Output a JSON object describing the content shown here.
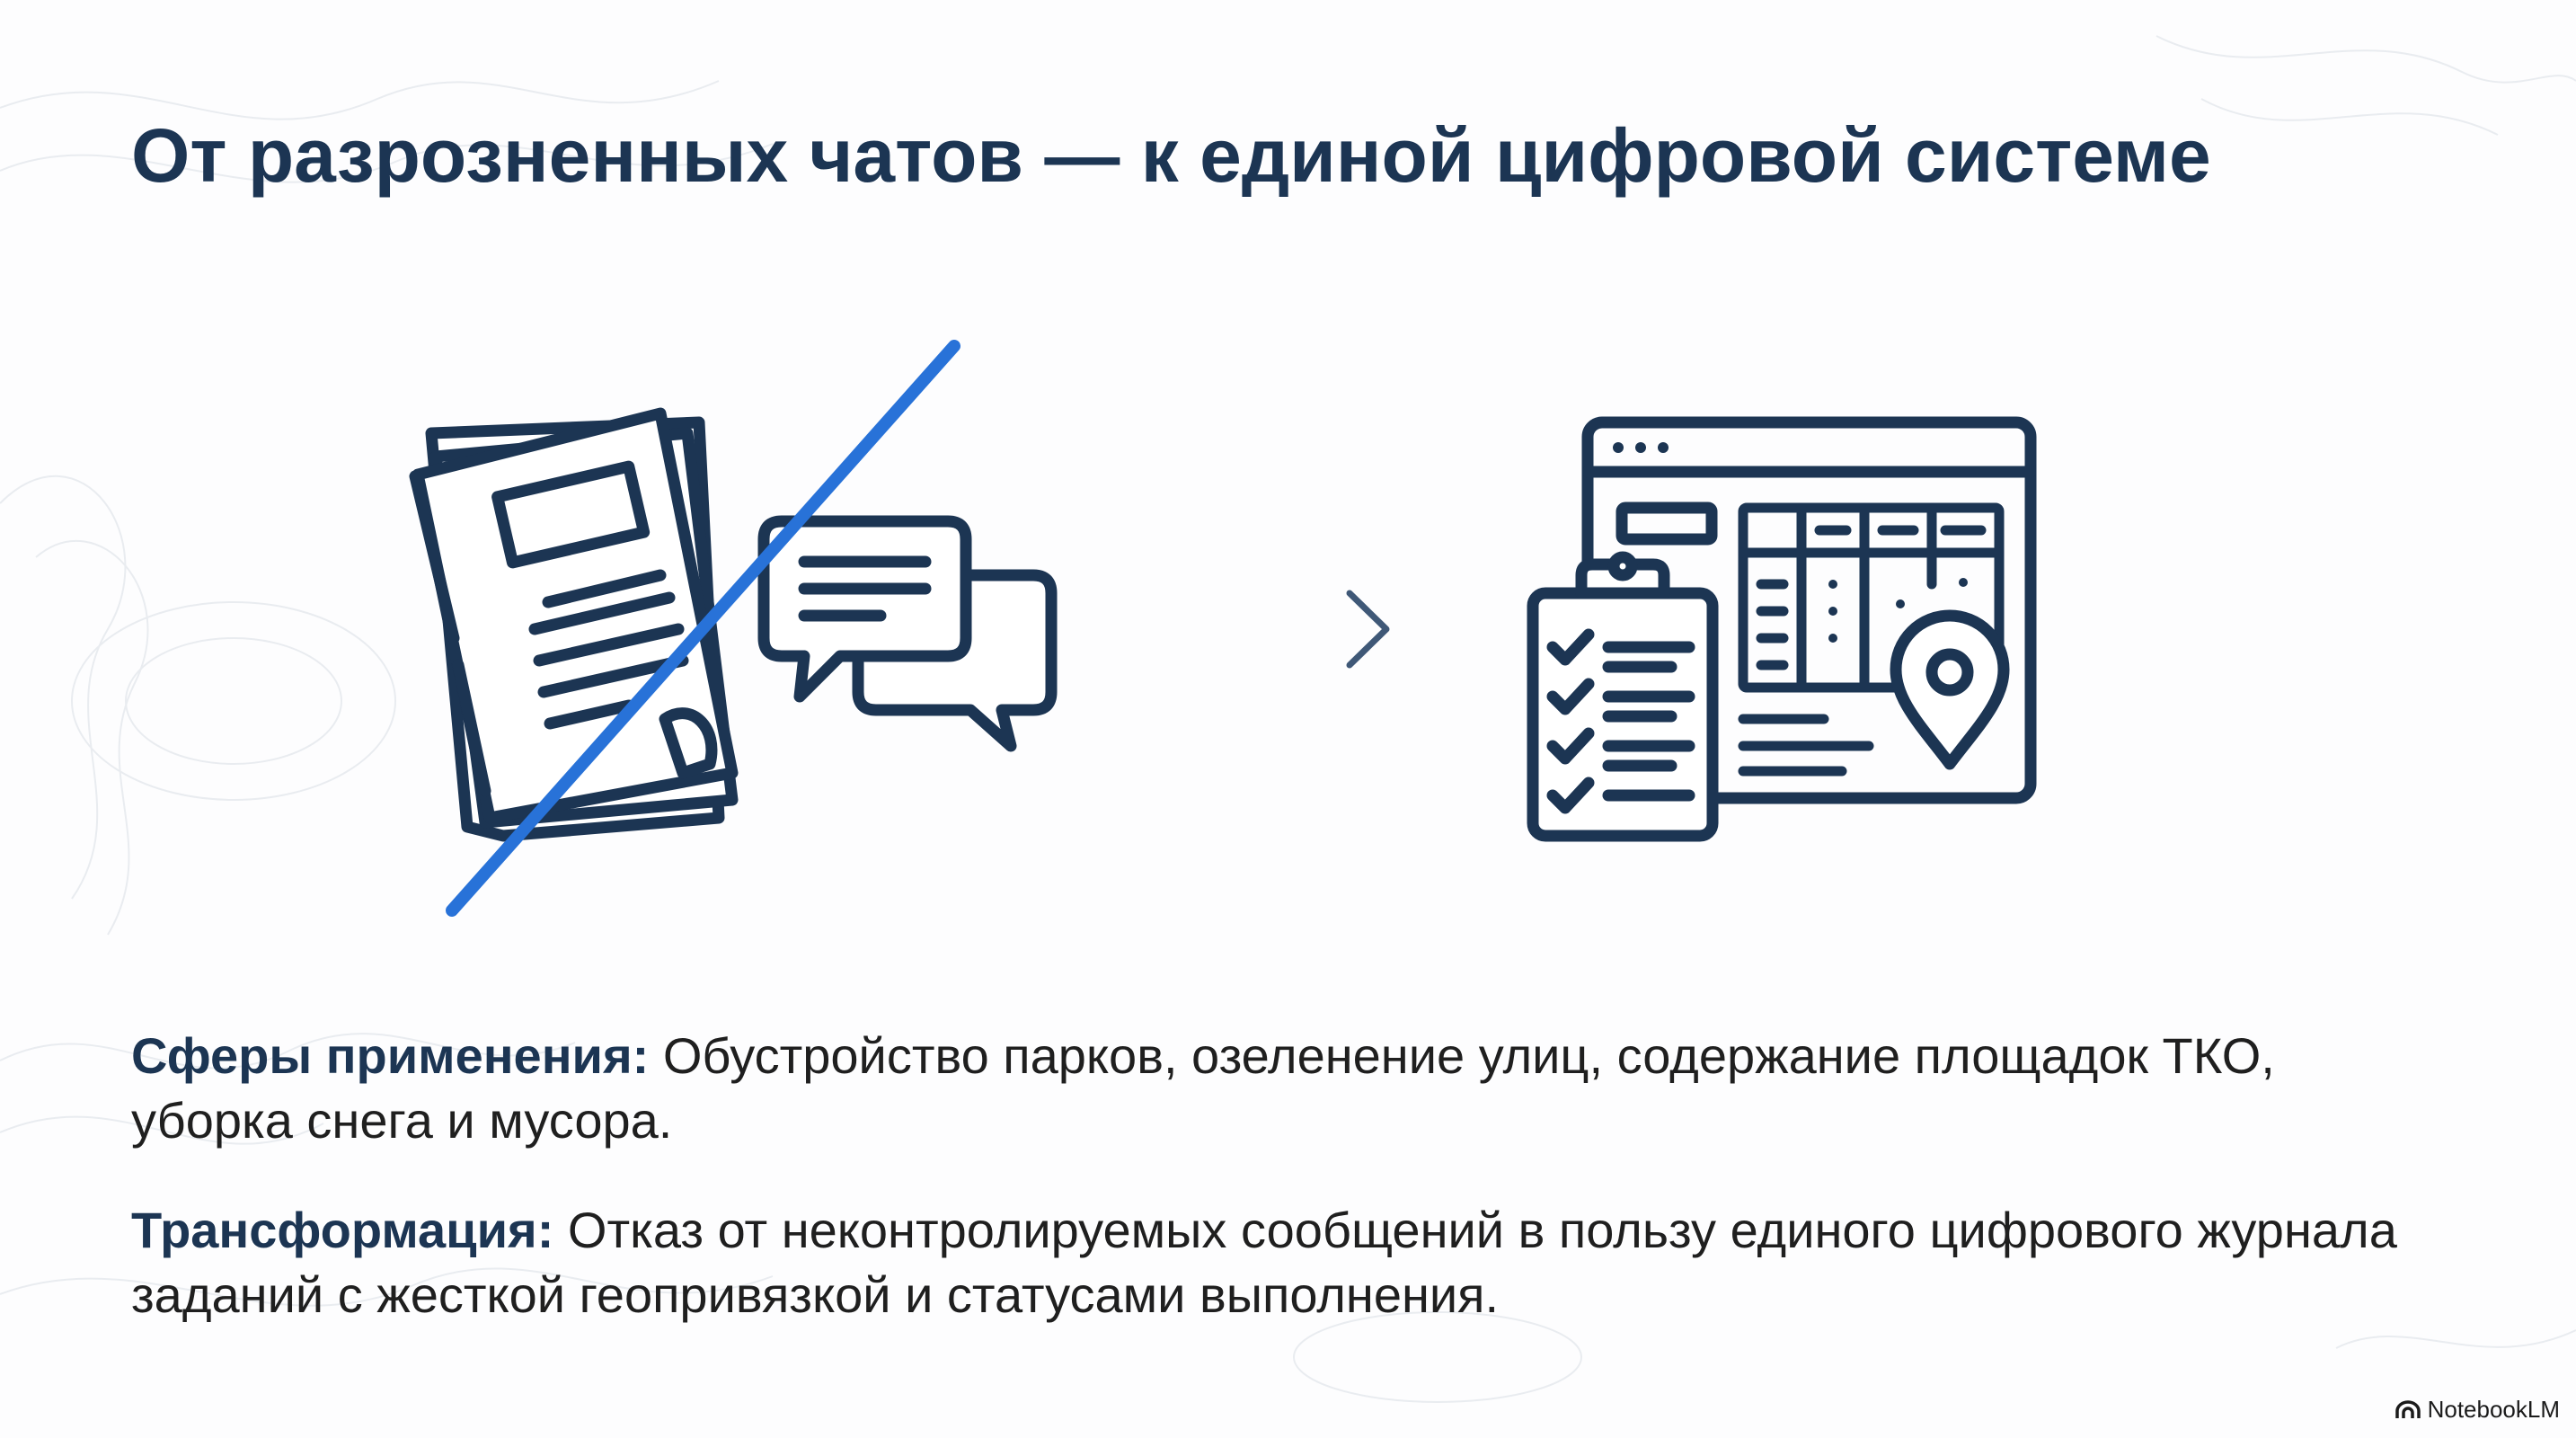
{
  "slide": {
    "title": "От разрозненных чатов — к единой цифровой системе",
    "paragraphs": [
      {
        "label": "Сферы применения:",
        "text": " Обустройство парков, озеленение улиц, содержание площадок ТКО, уборка снега и мусора."
      },
      {
        "label": "Трансформация:",
        "text": " Отказ от неконтролируемых сообщений в пользу единого цифрового журнала заданий с жесткой геопривязкой и статусами выполнения."
      }
    ]
  },
  "illustration": {
    "left_icons": [
      "stacked-documents-icon",
      "chat-bubbles-icon",
      "strike-through-line"
    ],
    "middle_icon": "arrow-right-icon",
    "right_icons": [
      "browser-window-icon",
      "data-table-icon",
      "clipboard-checklist-icon",
      "map-pin-icon"
    ]
  },
  "colors": {
    "title": "#1c3553",
    "icon_stroke": "#1c3553",
    "strike": "#2872d8",
    "body_text": "#1f1f1f"
  },
  "brand": {
    "name": "NotebookLM",
    "icon": "notebooklm-logo-icon"
  }
}
